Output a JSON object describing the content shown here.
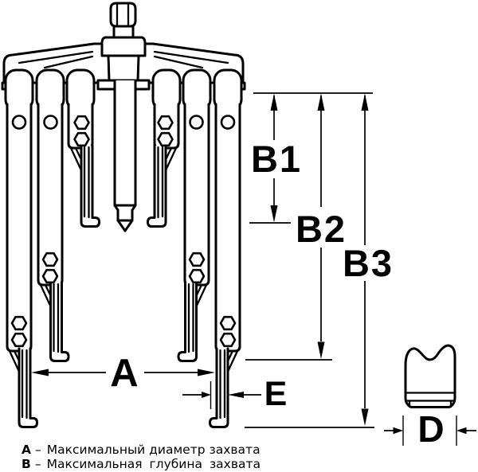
{
  "figure": {
    "background": "#ffffff",
    "line_color": "#000000",
    "subject": "bearing puller technical drawing with three pairs of arms, screw spindle, dimension callouts and clamp shoe detail"
  },
  "dimensions": {
    "b1": "B1",
    "b2": "B2",
    "b3": "B3",
    "a": "A",
    "e": "E",
    "d": "D"
  },
  "legend": {
    "separator": "–",
    "items": [
      {
        "key": "A",
        "text": "Максимальный диаметр захвата"
      },
      {
        "key": "B",
        "text": "Максимальная глубина захвата"
      }
    ]
  }
}
